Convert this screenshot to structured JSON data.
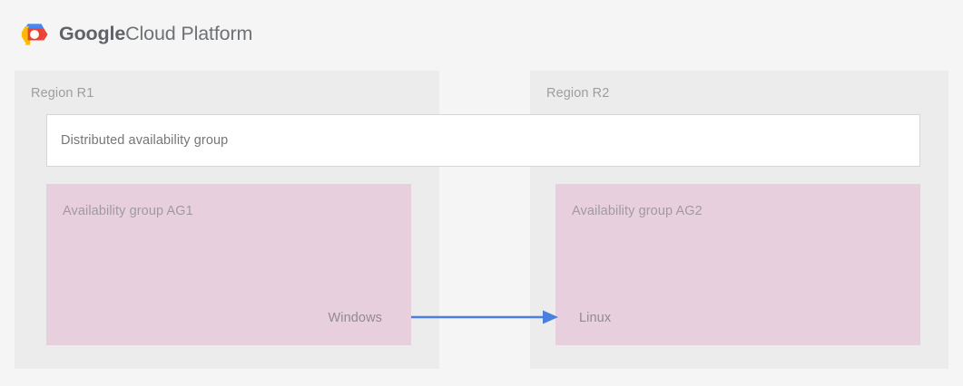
{
  "brand": {
    "logo_icon": "google-cloud-platform-hexagon-logo",
    "name_primary": "Google",
    "name_secondary": "Cloud Platform",
    "logo_colors": {
      "top": "#4285F4",
      "right": "#EA4335",
      "left": "#FBBC05",
      "center": "#FFFFFF"
    }
  },
  "diagram": {
    "background": "#f5f5f5",
    "region_background": "#ececec",
    "ag_background": "#e8cfdd",
    "band_background": "#ffffff",
    "band_border": "#d6d6d6",
    "arrow_color": "#4a7ee0",
    "regions": [
      {
        "label": "Region R1",
        "availability_group": {
          "title": "Availability group AG1",
          "os": "Windows"
        }
      },
      {
        "label": "Region R2",
        "availability_group": {
          "title": "Availability group AG2",
          "os": "Linux"
        }
      }
    ],
    "distributed_group": {
      "label": "Distributed availability group"
    },
    "arrow": {
      "name": "replication-arrow",
      "direction": "left-to-right",
      "from": "Availability group AG1",
      "to": "Availability group AG2"
    }
  }
}
